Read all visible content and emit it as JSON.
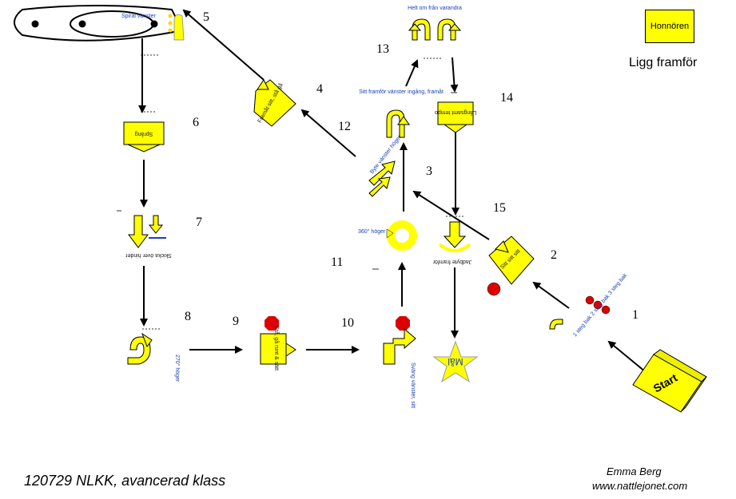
{
  "numbers": [
    "1",
    "2",
    "3",
    "4",
    "5",
    "6",
    "7",
    "8",
    "9",
    "10",
    "11",
    "12",
    "13",
    "14",
    "15"
  ],
  "signs": {
    "start": "Start",
    "mal": "Mål",
    "spiral": "Spiral vänster",
    "sprang": "Språng",
    "skicka": "Skicka över hinder",
    "turn270": "270° höger",
    "stall": "Stå, gå runt & sätt",
    "svang": "Sväng vänster, sitt",
    "turn360": "360° höger",
    "sitt_framfor": "Sitt framför vänster ingång, framåt",
    "helt_om": "Helt om från varandra",
    "langsamt": "Långsamt tempo",
    "jadbyte": "Jadbyte framför",
    "steg_bak": "1 steg bak 2 steg bak 3 steg bak",
    "sign2": "Sitt sitt sitt",
    "sign4": "Framåt sitt, stå gå",
    "sign12": "Byte vänster höger"
  },
  "legend": {
    "honnoren": "Honnören",
    "ligg": "Ligg framför"
  },
  "footer": {
    "title": "120729 NLKK, avancerad klass",
    "author": "Emma Berg",
    "website": "www.nattlejonet.com"
  },
  "colors": {
    "sign_fill": "#ffff00",
    "stop": "#dd0000",
    "text_blue": "#1a3fb8"
  }
}
